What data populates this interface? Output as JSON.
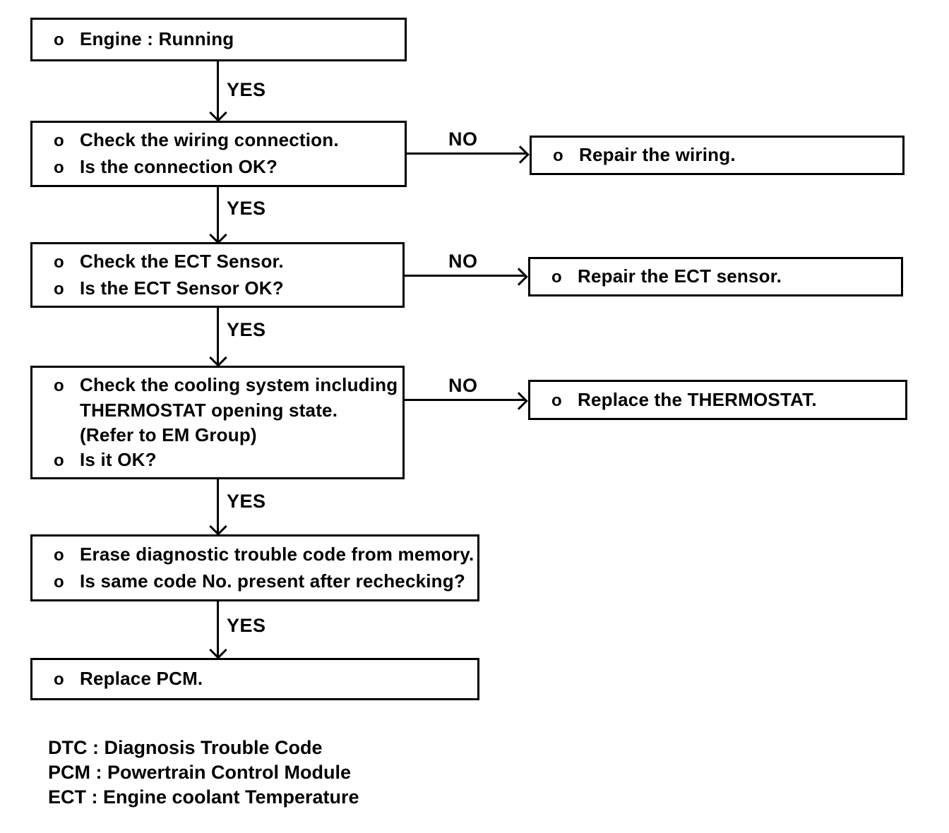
{
  "colors": {
    "ink": "#000000",
    "paper": "#ffffff"
  },
  "bullet": "o",
  "labels": {
    "yes": "YES",
    "no": "NO"
  },
  "boxes": {
    "engine": {
      "l1": "Engine : Running"
    },
    "check_wiring": {
      "l1": "Check the wiring connection.",
      "l2": "Is the connection OK?"
    },
    "repair_wiring": {
      "l1": "Repair the wiring."
    },
    "check_ect": {
      "l1": "Check the ECT Sensor.",
      "l2": "Is the ECT Sensor OK?"
    },
    "repair_ect": {
      "l1": "Repair the ECT sensor."
    },
    "check_cooling": {
      "l1": "Check the cooling system including",
      "l2": "THERMOSTAT opening state.",
      "l3": "(Refer to EM Group)",
      "l4": "Is it OK?"
    },
    "replace_thermostat": {
      "l1": "Replace the THERMOSTAT."
    },
    "erase_dtc": {
      "l1": "Erase diagnostic trouble code from memory.",
      "l2": "Is same code No. present after rechecking?"
    },
    "replace_pcm": {
      "l1": "Replace PCM."
    }
  },
  "legend": {
    "dtc": "DTC : Diagnosis Trouble Code",
    "pcm": "PCM : Powertrain Control Module",
    "ect": "ECT : Engine coolant Temperature"
  }
}
